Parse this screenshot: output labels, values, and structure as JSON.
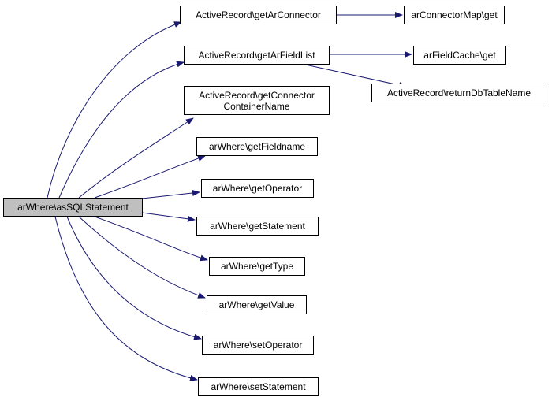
{
  "nodes": {
    "root": {
      "label": "arWhere\\asSQLStatement"
    },
    "getArConnector": {
      "label": "ActiveRecord\\getArConnector"
    },
    "arConnectorMapGet": {
      "label": "arConnectorMap\\get"
    },
    "getArFieldList": {
      "label": "ActiveRecord\\getArFieldList"
    },
    "arFieldCacheGet": {
      "label": "arFieldCache\\get"
    },
    "returnDbTableName": {
      "label": "ActiveRecord\\returnDbTableName"
    },
    "getConnectorContainerName": {
      "line1": "ActiveRecord\\getConnector",
      "line2": "ContainerName"
    },
    "getFieldname": {
      "label": "arWhere\\getFieldname"
    },
    "getOperator": {
      "label": "arWhere\\getOperator"
    },
    "getStatement": {
      "label": "arWhere\\getStatement"
    },
    "getType": {
      "label": "arWhere\\getType"
    },
    "getValue": {
      "label": "arWhere\\getValue"
    },
    "setOperator": {
      "label": "arWhere\\setOperator"
    },
    "setStatement": {
      "label": "arWhere\\setStatement"
    }
  },
  "colors": {
    "edge": "#191970",
    "root_fill": "#bfbfbf",
    "node_fill": "#ffffff",
    "border": "#000000"
  }
}
